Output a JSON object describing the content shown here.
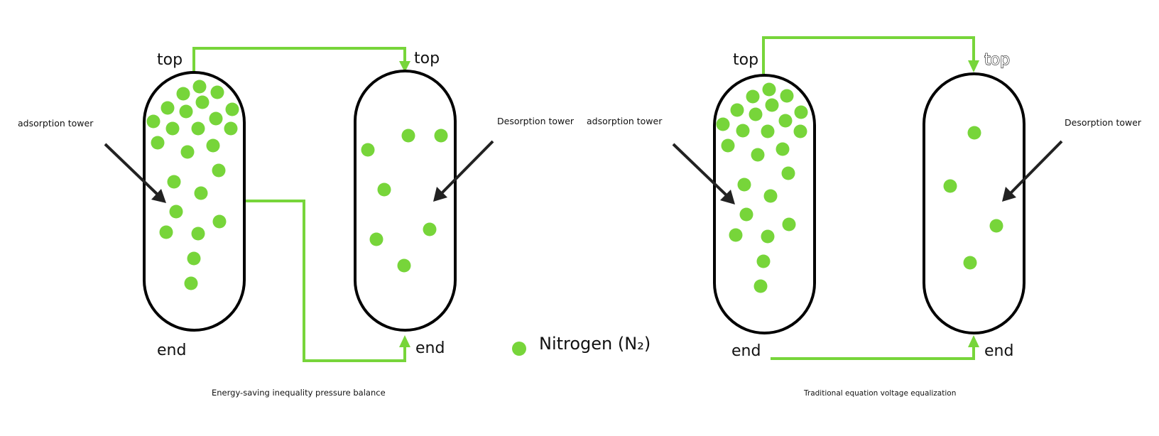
{
  "legend": {
    "label": "Nitrogen (N₂)",
    "color": "#77d53a"
  },
  "panels": [
    {
      "caption": "Energy-saving inequality pressure balance",
      "adsorption_label": "adsorption tower",
      "desorption_label": "Desorption tower",
      "left_top": "top",
      "left_end": "end",
      "right_top": "top",
      "right_end": "end"
    },
    {
      "caption": "Traditional equation voltage equalization",
      "adsorption_label": "adsorption tower",
      "desorption_label": "Desorption tower",
      "left_top": "top",
      "left_end": "end",
      "right_top": "top",
      "right_end": "end"
    }
  ]
}
